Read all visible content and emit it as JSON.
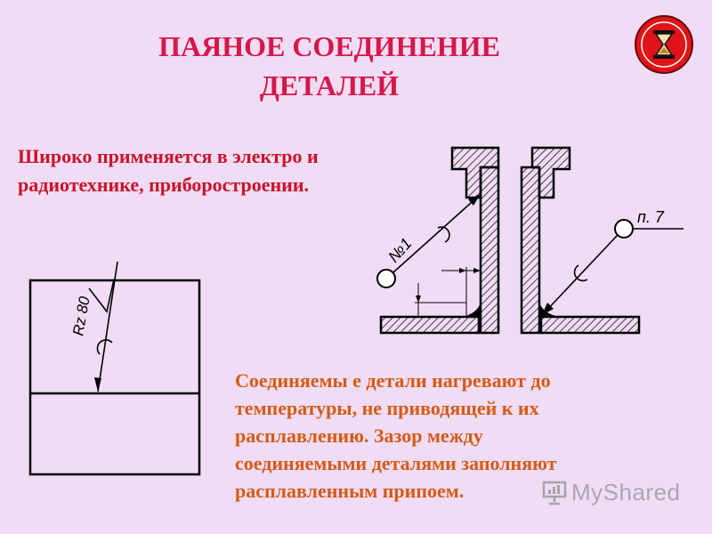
{
  "title": {
    "line1": "ПАЯНОЕ СОЕДИНЕНИЕ",
    "line2": "ДЕТАЛЕЙ"
  },
  "intro": {
    "line1": "Широко применяется в  электро и",
    "line2": "радиотехнике, приборостроении."
  },
  "description": {
    "lines": [
      "Соединяемы е детали нагревают до",
      "температуры, не приводящей к их",
      "расплавлению. Зазор между",
      "соединяемыми деталями заполняют",
      "расплавленным припоем."
    ]
  },
  "drawing_labels": {
    "roughness": "Rz 80",
    "callout_number": "№1",
    "callout_item": "п. 7"
  },
  "watermark": "MyShared",
  "colors": {
    "background": "#f0dcf5",
    "title": "#d4184a",
    "intro": "#c8142a",
    "description": "#d65a14",
    "badge": "#e01418"
  },
  "icons": {
    "badge": "hourglass-icon",
    "watermark": "presentation-board-icon"
  }
}
